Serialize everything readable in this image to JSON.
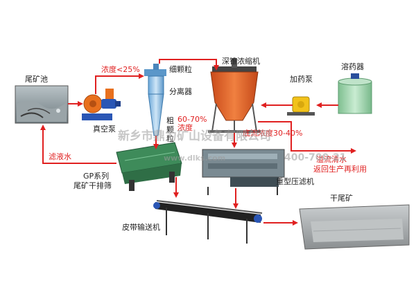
{
  "colors": {
    "flow_arrow": "#e02020",
    "label_text": "#222222",
    "watermark": "#9a9a9a",
    "thickener_body": "#e8622a",
    "pump_orange": "#e8701e",
    "pump_blue": "#2a56b5",
    "machine_green": "#3e8b5a",
    "dosing_pump": "#f2c21a",
    "tank": "#8fcc9e"
  },
  "labels": {
    "tailings_pond": "尾矿池",
    "concentration_lt25": "浓度<25%",
    "slurry_pump": "真空泵",
    "fine_particles": "细颗粒",
    "separator": "分离器",
    "coarse_vertical": "粗颗粒",
    "concentration_60_70": "60-70%",
    "concentration_word": "浓度",
    "deep_cone_thickener": "深锥浓缩机",
    "dosing_pump": "加药泵",
    "dissolver": "溶药器",
    "underflow_concentration": "底流浓度30-40%",
    "filtrate_water": "滤液水",
    "gp_series": "GP系列",
    "dewatering_screen": "尾矿干排筛",
    "filter_press": "重型压滤机",
    "overflow_water": "溢流清水",
    "recycle_reuse": "返回生产再利用",
    "dry_tailings": "干尾矿",
    "belt_conveyor": "皮带输送机"
  },
  "watermark": {
    "company": "新乡市鼎力矿山设备有限公司",
    "phone": "400-700-21",
    "website": "www.dlks.com"
  }
}
